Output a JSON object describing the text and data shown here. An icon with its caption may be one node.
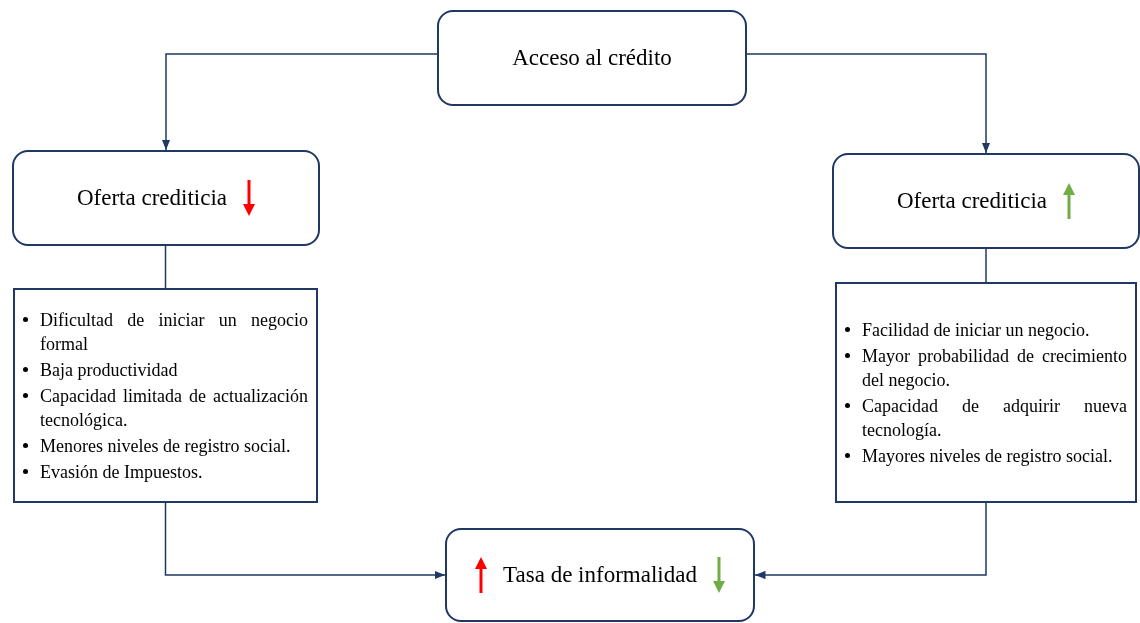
{
  "diagram": {
    "nodes": [
      {
        "text": [
          "Acceso al crédito"
        ]
      },
      {
        "text": [
          "Oferta crediticia"
        ]
      },
      {
        "text": [
          "Oferta crediticia"
        ]
      },
      {
        "text": [
          "Dificultad de iniciar un negocio formal",
          "Baja productividad",
          "Capacidad limitada de actualización tecnológica.",
          "Menores niveles de registro social.",
          "Evasión de Impuestos."
        ]
      },
      {
        "text": [
          "Facilidad de iniciar un negocio.",
          "Mayor probabilidad de crecimiento del negocio.",
          "Capacidad de adquirir nueva tecnología.",
          "Mayores niveles de registro social."
        ]
      },
      {
        "text": [
          "Tasa de informalidad"
        ]
      }
    ],
    "edges": [
      {
        "from": 0,
        "to": 1,
        "arrow": "to"
      },
      {
        "from": 0,
        "to": 2,
        "arrow": "to"
      },
      {
        "from": 1,
        "to": 3,
        "arrow": "none"
      },
      {
        "from": 2,
        "to": 4,
        "arrow": "none"
      },
      {
        "from": 3,
        "to": 5,
        "arrow": "to"
      },
      {
        "from": 4,
        "to": 5,
        "arrow": "to"
      }
    ]
  }
}
